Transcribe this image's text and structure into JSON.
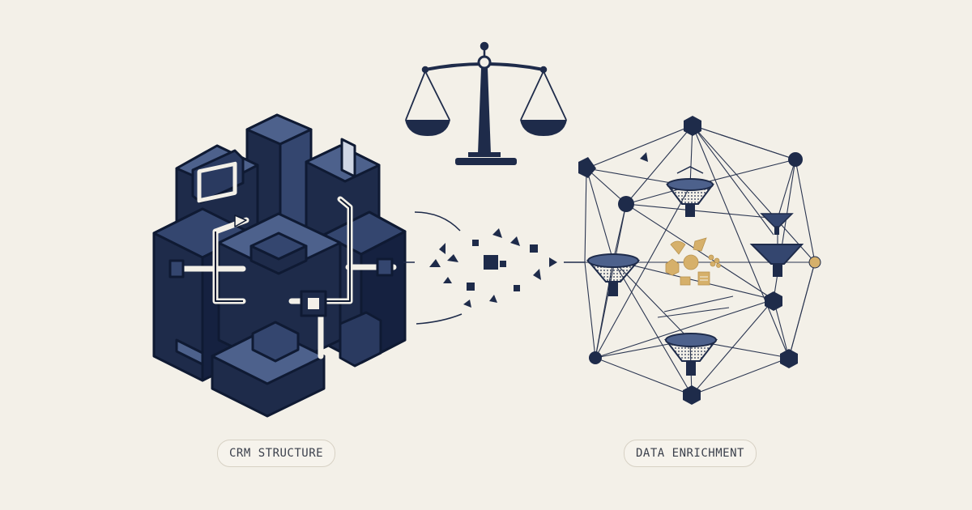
{
  "labels": {
    "left": "CRM STRUCTURE",
    "right": "DATA ENRICHMENT"
  },
  "colors": {
    "background": "#f3f0e8",
    "navy": "#1e2b4a",
    "navy_mid": "#34466f",
    "navy_light": "#4d618c",
    "gold": "#d6b06a",
    "line": "#2a3550"
  },
  "icons": {
    "left": "crm-structure-icon",
    "center": "balance-scale-icon",
    "middle": "data-flow-particles",
    "right": "data-enrichment-network-icon"
  }
}
